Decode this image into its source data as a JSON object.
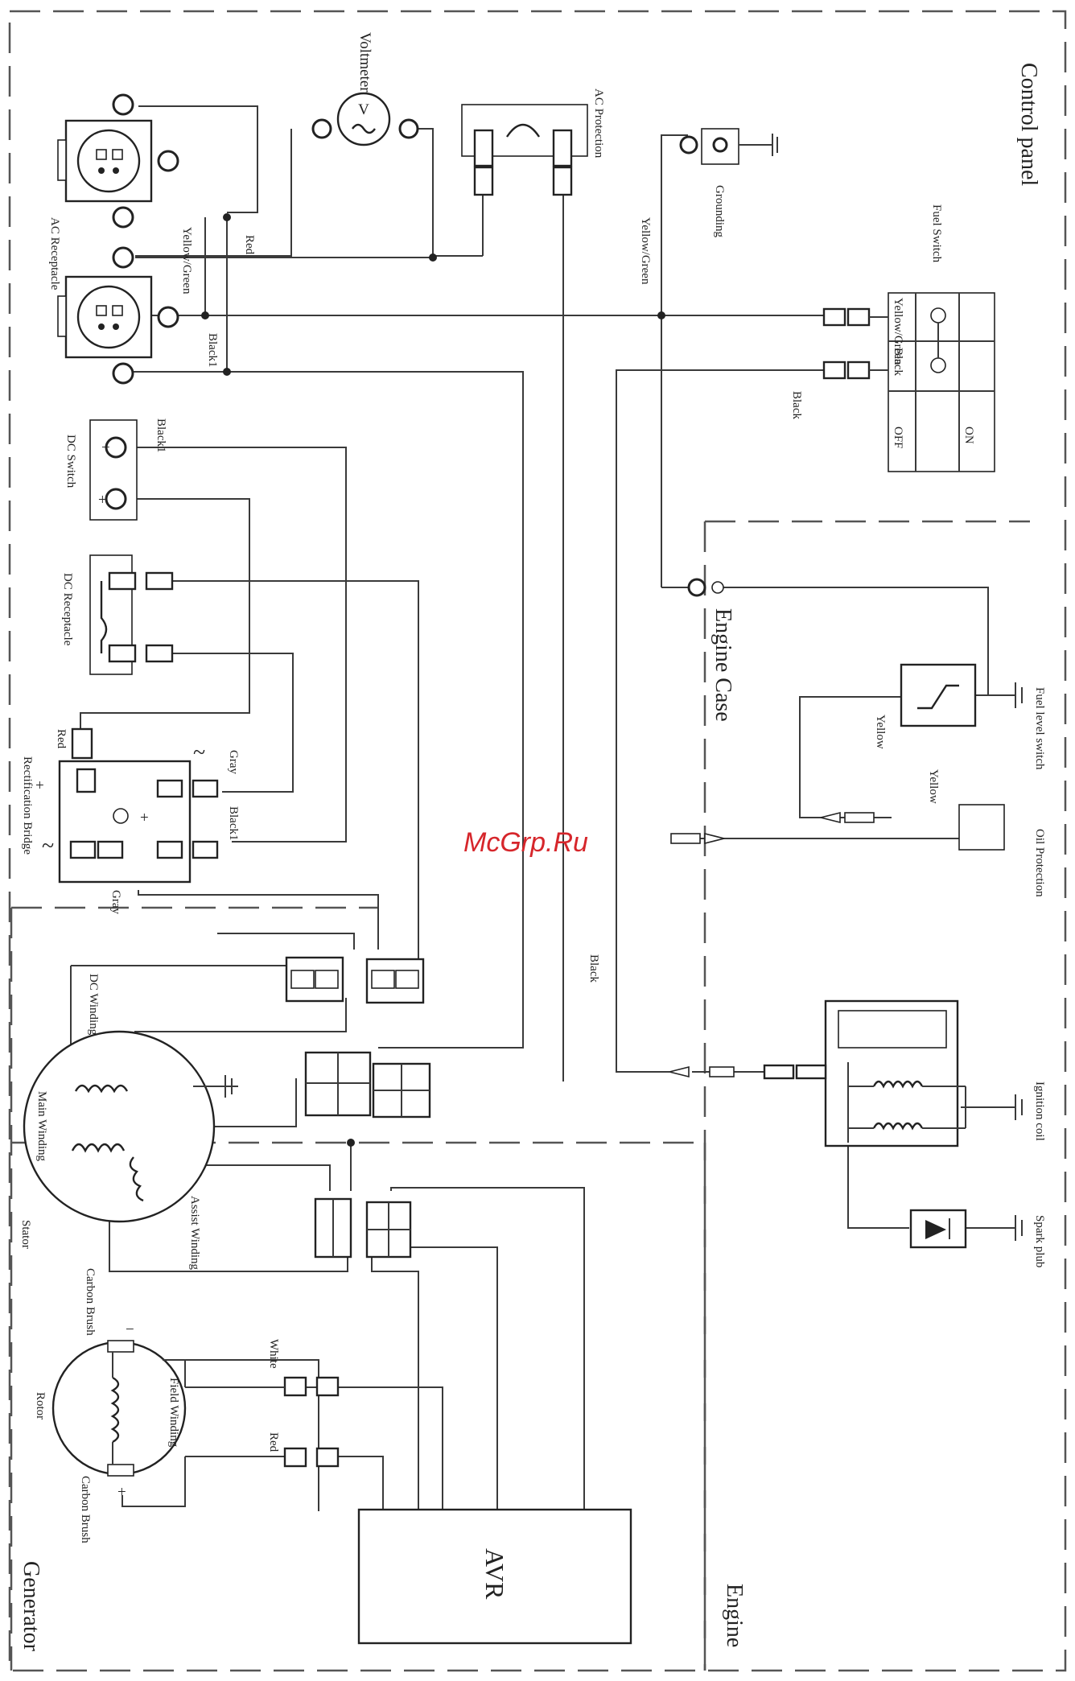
{
  "regions": {
    "control_panel": "Control panel",
    "engine_case": "Engine Case",
    "generator": "Generator",
    "engine": "Engine"
  },
  "components": {
    "voltmeter": "Voltmeter",
    "ac_protection": "AC Protection",
    "grounding": "Grounding",
    "ac_receptacle": "AC Receptacle",
    "fuel_switch": "Fuel Switch",
    "dc_switch": "DC Switch",
    "dc_receptacle": "DC Receptacle",
    "rectification_bridge": "Rectification Bridge",
    "fuel_level_switch": "Fuel level switch",
    "oil_protection": "Oil Protection",
    "dc_winding": "DC Winding",
    "main_winding": "Main Winding",
    "stator": "Stator",
    "assist_winding": "Assist Winding",
    "ignition_coil": "Ignition coil",
    "spark_plub": "Spark plub",
    "carbon_brush_top": "Carbon Brush",
    "carbon_brush_bottom": "Carbon Brush",
    "rotor": "Rotor",
    "field_winding": "Field Winding",
    "avr": "AVR"
  },
  "wire_labels": {
    "yellow_green_1": "Yellow/Green",
    "red_1": "Red",
    "black_1": "Black1",
    "yellow_green_2": "Yellow/Green",
    "black_2": "Black",
    "black1_dc": "Black1",
    "red_rect": "Red",
    "gray_1": "Gray",
    "black1_rect": "Black1",
    "gray_2": "Gray",
    "yellow_1": "Yellow",
    "yellow_2": "Yellow",
    "black_3": "Black",
    "white": "White",
    "red_rotor": "Red"
  },
  "fuel_switch_table": {
    "header_1": "Yellow/Green",
    "header_2": "Black",
    "row_off": "OFF",
    "row_on": "ON"
  },
  "symbols": {
    "plus": "+",
    "minus": "−",
    "ac": "~",
    "v": "V",
    "dc_plus": "+",
    "dc_minus": "−",
    "brush_minus": "−",
    "brush_plus": "+"
  },
  "watermark": "McGrp.Ru"
}
